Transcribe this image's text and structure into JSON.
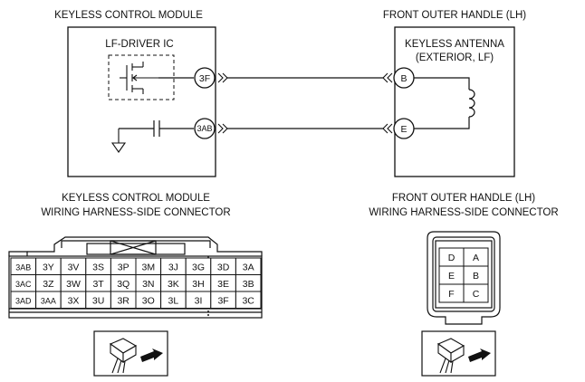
{
  "circuit": {
    "module_title": "KEYLESS CONTROL MODULE",
    "handle_title": "FRONT OUTER HANDLE (LH)",
    "ic_label": "LF-DRIVER IC",
    "antenna_label_line1": "KEYLESS ANTENNA",
    "antenna_label_line2": "(EXTERIOR, LF)",
    "module_terminals": [
      "3F",
      "3AB"
    ],
    "handle_terminals": [
      "B",
      "E"
    ]
  },
  "module_connector": {
    "title_line1": "KEYLESS CONTROL MODULE",
    "title_line2": "WIRING HARNESS-SIDE CONNECTOR",
    "rows": [
      [
        "3AB",
        "3Y",
        "3V",
        "3S",
        "3P",
        "3M",
        "3J",
        "3G",
        "3D",
        "3A"
      ],
      [
        "3AC",
        "3Z",
        "3W",
        "3T",
        "3Q",
        "3N",
        "3K",
        "3H",
        "3E",
        "3B"
      ],
      [
        "3AD",
        "3AA",
        "3X",
        "3U",
        "3R",
        "3O",
        "3L",
        "3I",
        "3F",
        "3C"
      ]
    ]
  },
  "handle_connector": {
    "title_line1": "FRONT OUTER HANDLE (LH)",
    "title_line2": "WIRING HARNESS-SIDE CONNECTOR",
    "rows": [
      [
        "D",
        "A"
      ],
      [
        "E",
        "B"
      ],
      [
        "F",
        "C"
      ]
    ]
  },
  "icons": {
    "view_direction": "connector-view-arrow-icon"
  }
}
